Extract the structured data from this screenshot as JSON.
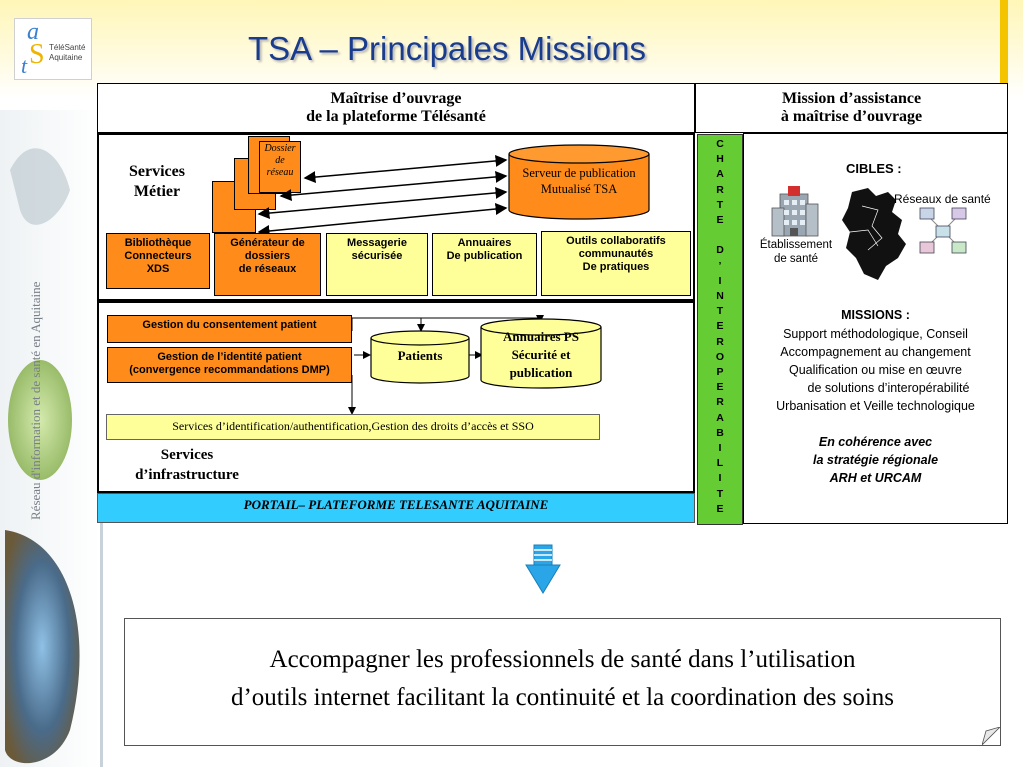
{
  "logo": {
    "line1": "TéléSanté",
    "line2": "Aquitaine",
    "glyph_a": "a",
    "glyph_s": "S",
    "glyph_t": "t"
  },
  "title": "TSA – Principales Missions",
  "side_text": "Réseau d'information et de santé en Aquitaine",
  "header": {
    "left_line1": "Maîtrise d’ouvrage",
    "left_line2": "de la plateforme Télésanté",
    "right_line1": "Mission d’assistance",
    "right_line2": "à maîtrise d’ouvrage"
  },
  "metier": {
    "label_line1": "Services",
    "label_line2": "Métier",
    "dossier_line1": "Dossier",
    "dossier_line2": "de",
    "dossier_line3": "réseau",
    "server_line1": "Serveur de publication",
    "server_line2": "Mutualisé TSA",
    "cells": [
      {
        "l1": "Bibliothèque",
        "l2": "Connecteurs",
        "l3": "XDS"
      },
      {
        "l1": "Générateur de",
        "l2": "dossiers",
        "l3": "de réseaux"
      },
      {
        "l1": "Messagerie",
        "l2": "sécurisée",
        "l3": ""
      },
      {
        "l1": "Annuaires",
        "l2": "De publication",
        "l3": ""
      },
      {
        "l1": "Outils collaboratifs",
        "l2": "communautés",
        "l3": "De pratiques"
      }
    ]
  },
  "infra": {
    "consent": "Gestion du consentement patient",
    "identity_line1": "Gestion de l’identité patient",
    "identity_line2": "(convergence recommandations DMP)",
    "patients": "Patients",
    "annuaires_line1": "Annuaires PS",
    "annuaires_line2": "Sécurité et",
    "annuaires_line3": "publication",
    "services_bar": "Services d’identification/authentification,Gestion des droits d’accès et SSO",
    "label_line1": "Services",
    "label_line2": "d’infrastructure"
  },
  "portail": "PORTAIL–  PLATEFORME TELESANTE AQUITAINE",
  "charte_letters": [
    "C",
    "H",
    "A",
    "R",
    "T",
    "E",
    "",
    "D",
    "’",
    "I",
    "N",
    "T",
    "E",
    "R",
    "O",
    "P",
    "E",
    "R",
    "A",
    "B",
    "I",
    "L",
    "I",
    "T",
    "E"
  ],
  "right_panel": {
    "cibles": "CIBLES :",
    "reseaux": "Réseaux de santé",
    "etab_line1": "Établissement",
    "etab_line2": "de santé",
    "missions_title": "MISSIONS :",
    "missions": [
      "Support méthodologique, Conseil",
      "Accompagnement au changement",
      "Qualification ou mise en œuvre",
      "de solutions d’interopérabilité",
      "Urbanisation et Veille technologique"
    ],
    "coherence_line1": "En cohérence avec",
    "coherence_line2": "la stratégie régionale",
    "coherence_line3": "ARH et URCAM"
  },
  "bottom": {
    "line1": "Accompagner les professionnels de santé dans l’utilisation",
    "line2": "d’outils internet facilitant la continuité et la coordination des soins"
  },
  "colors": {
    "orange": "#ff8c1a",
    "yellow": "#ffff99",
    "green": "#66cc33",
    "cyan": "#33ccff",
    "title_blue": "#1a3c8c",
    "arrow_blue": "#2aa5e8"
  }
}
